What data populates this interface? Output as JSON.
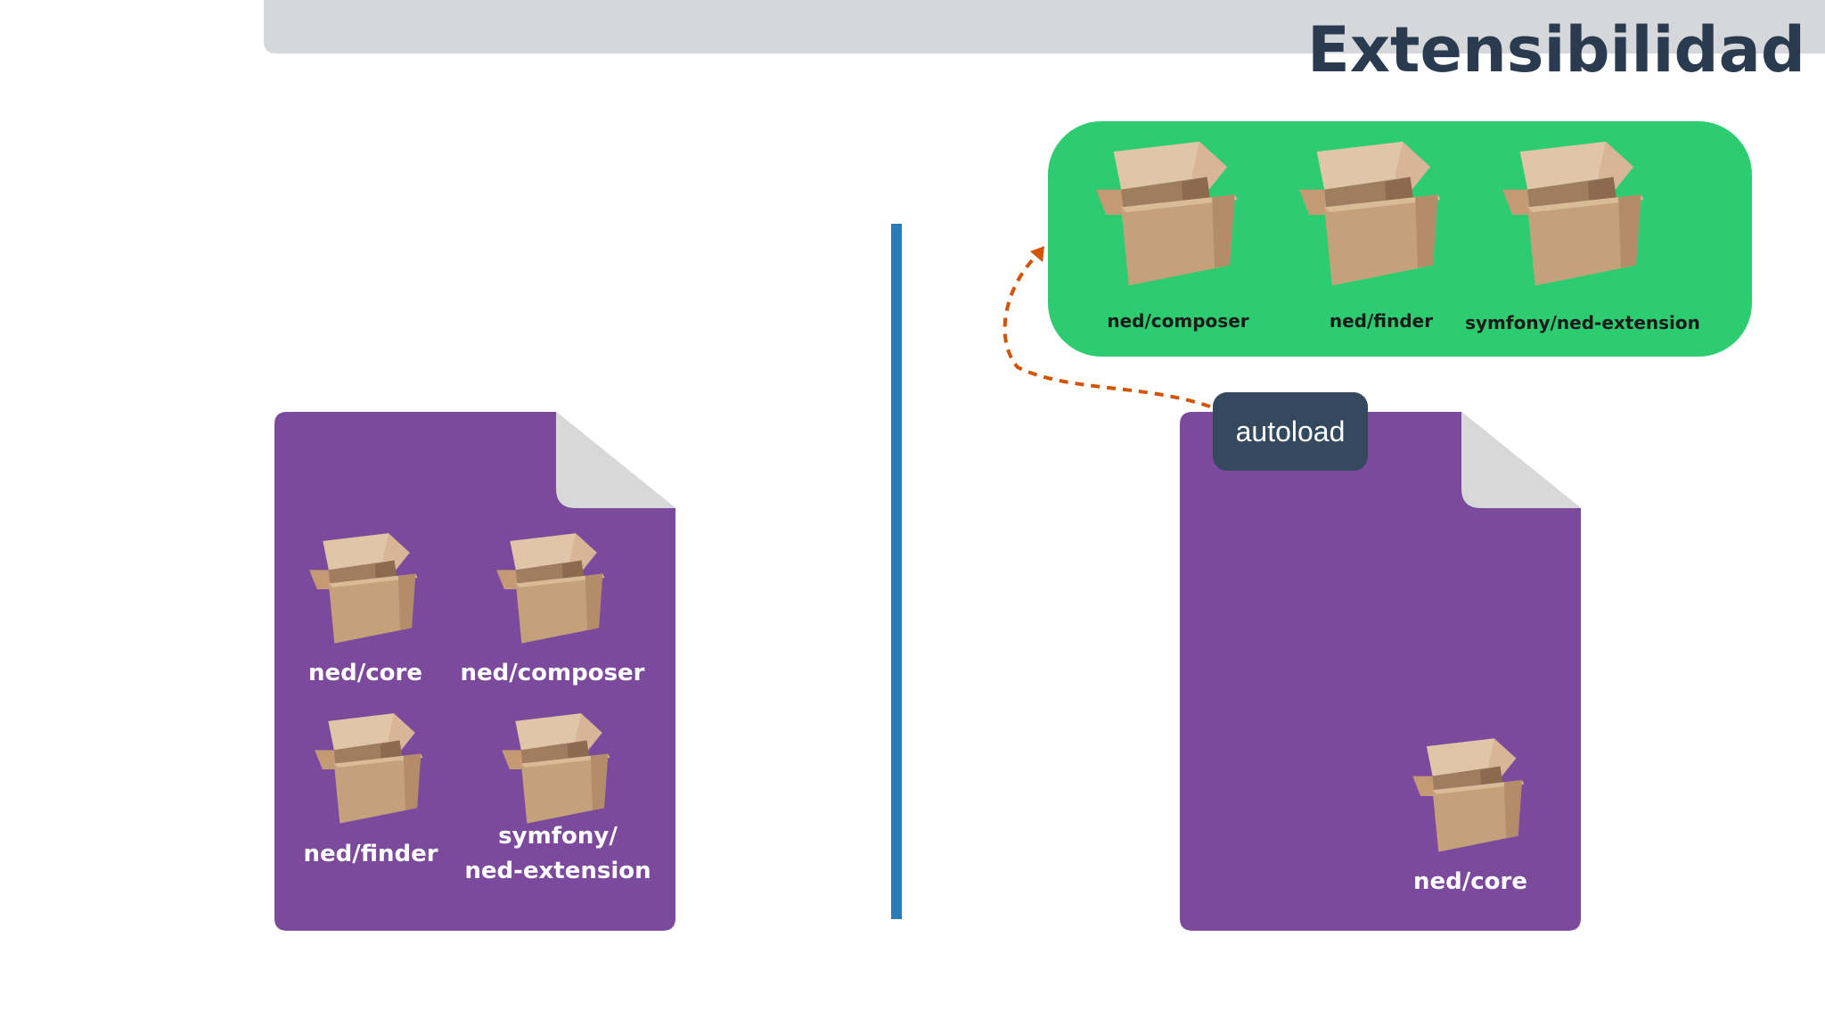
{
  "slide": {
    "title": "Extensibilidad"
  },
  "left_panel": {
    "packages": [
      {
        "label": "ned/core"
      },
      {
        "label": "ned/composer"
      },
      {
        "label": "ned/finder"
      },
      {
        "label_line1": "symfony/",
        "label_line2": "ned-extension"
      }
    ]
  },
  "right_panel": {
    "external_packages": [
      {
        "label": "ned/composer"
      },
      {
        "label": "ned/finder"
      },
      {
        "label": "symfony/ned-extension"
      }
    ],
    "autoload_label": "autoload",
    "core_package": {
      "label": "ned/core"
    }
  },
  "colors": {
    "document_purple": "#7b4a9c",
    "document_fold": "#d8d8d8",
    "green_box": "#2ecc71",
    "autoload_badge": "#34495e",
    "divider": "#2a7cb8",
    "arrow": "#d35400",
    "title": "#2a3a4f"
  },
  "icons": {
    "package": "open-cardboard-box-icon",
    "document": "document-folded-corner-icon"
  }
}
